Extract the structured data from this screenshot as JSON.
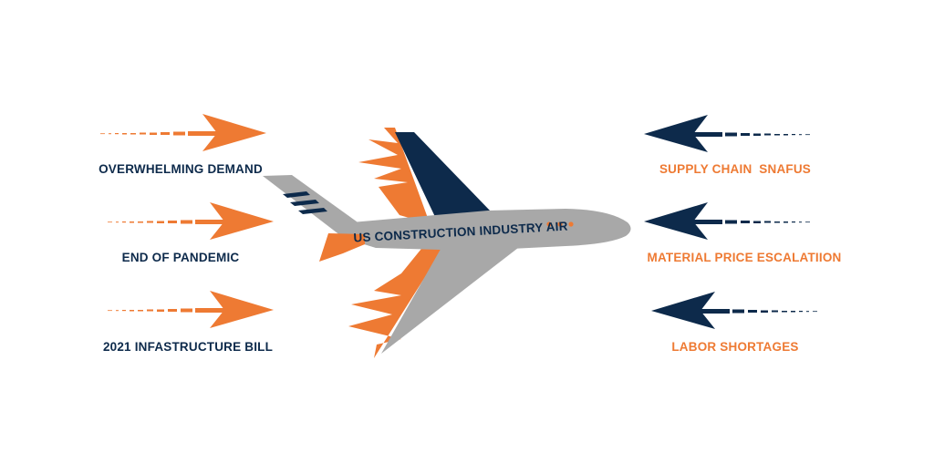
{
  "colors": {
    "orange": "#ee7a33",
    "navy": "#0d2a4b",
    "plane_body": "#a8a8a8",
    "background": "#ffffff"
  },
  "plane": {
    "label": "US CONSTRUCTION INDUSTRY AIR"
  },
  "left_forces": [
    {
      "label": "OVERWHELMING DEMAND",
      "arrow_direction": "right",
      "color": "orange"
    },
    {
      "label": "END OF PANDEMIC",
      "arrow_direction": "right",
      "color": "orange"
    },
    {
      "label": "2021 INFASTRUCTURE BILL",
      "arrow_direction": "right",
      "color": "orange"
    }
  ],
  "right_forces": [
    {
      "label": "SUPPLY CHAIN  SNAFUS",
      "arrow_direction": "left",
      "color": "navy"
    },
    {
      "label": "MATERIAL PRICE ESCALATIION",
      "arrow_direction": "left",
      "color": "navy"
    },
    {
      "label": "LABOR SHORTAGES",
      "arrow_direction": "left",
      "color": "navy"
    }
  ]
}
